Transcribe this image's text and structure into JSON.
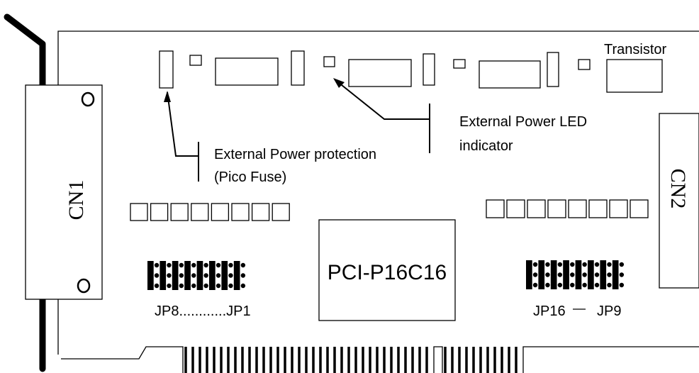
{
  "labels": {
    "transistor": "Transistor",
    "fuse_line1": "External Power  protection",
    "fuse_line2": "(Pico Fuse)",
    "led_line1": "External Power LED",
    "led_line2": "indicator",
    "cn1": "CN1",
    "cn2": "CN2",
    "chip": "PCI-P16C16",
    "jp_left": "JP8............JP1",
    "jp_right_start": "JP16",
    "jp_right_end": "JP9"
  },
  "colors": {
    "ink": "#000000",
    "background": "#ffffff"
  }
}
